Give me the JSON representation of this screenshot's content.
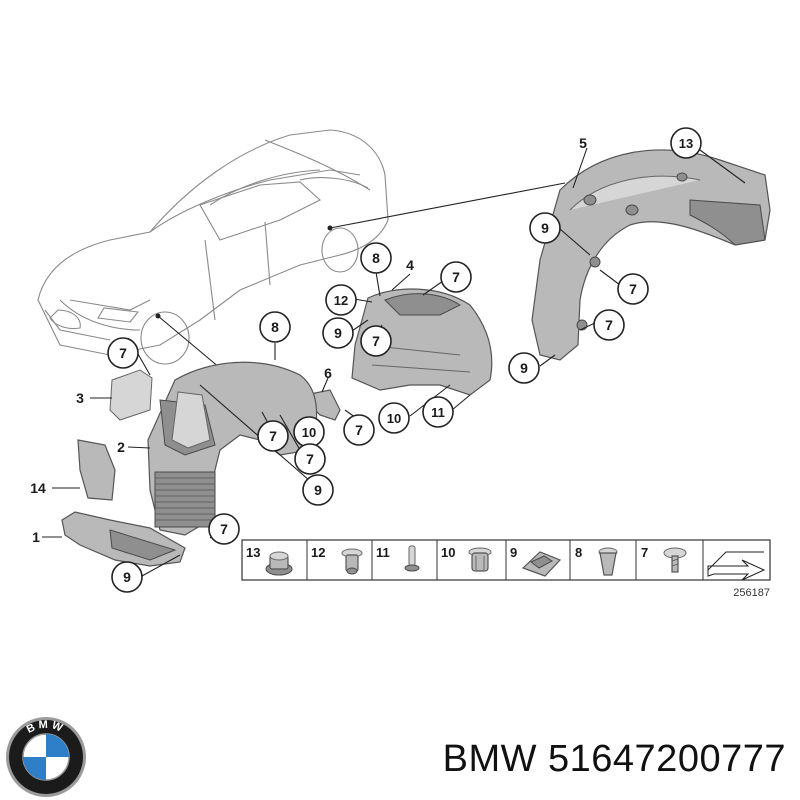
{
  "footer": {
    "brand": "BMW",
    "part_number": "51647200777",
    "text": "BMW 51647200777"
  },
  "logo": {
    "name": "bmw-roundel",
    "letters": "BMW",
    "colors": {
      "ring": "#1b1b1b",
      "blue": "#2f7fc8",
      "white": "#ffffff",
      "chrome": "#9a9a9a"
    }
  },
  "diagram": {
    "reference_number": "256187",
    "callouts": {
      "c1": "1",
      "c2": "2",
      "c3": "3",
      "c4": "4",
      "c5": "5",
      "c6": "6",
      "c7": "7",
      "c8": "8",
      "c9": "9",
      "c10": "10",
      "c11": "11",
      "c12": "12",
      "c13": "13",
      "c14": "14"
    },
    "legend": [
      {
        "label": "13",
        "icon": "nut-icon"
      },
      {
        "label": "12",
        "icon": "clip-icon"
      },
      {
        "label": "11",
        "icon": "rivet-icon"
      },
      {
        "label": "10",
        "icon": "expanding-nut-icon"
      },
      {
        "label": "9",
        "icon": "clip-nut-icon"
      },
      {
        "label": "8",
        "icon": "plug-icon"
      },
      {
        "label": "7",
        "icon": "screw-icon"
      },
      {
        "label": "",
        "icon": "arrow-icon"
      }
    ]
  },
  "colors": {
    "part_fill": "#b9b9b9",
    "line": "#222222",
    "background": "#ffffff"
  }
}
